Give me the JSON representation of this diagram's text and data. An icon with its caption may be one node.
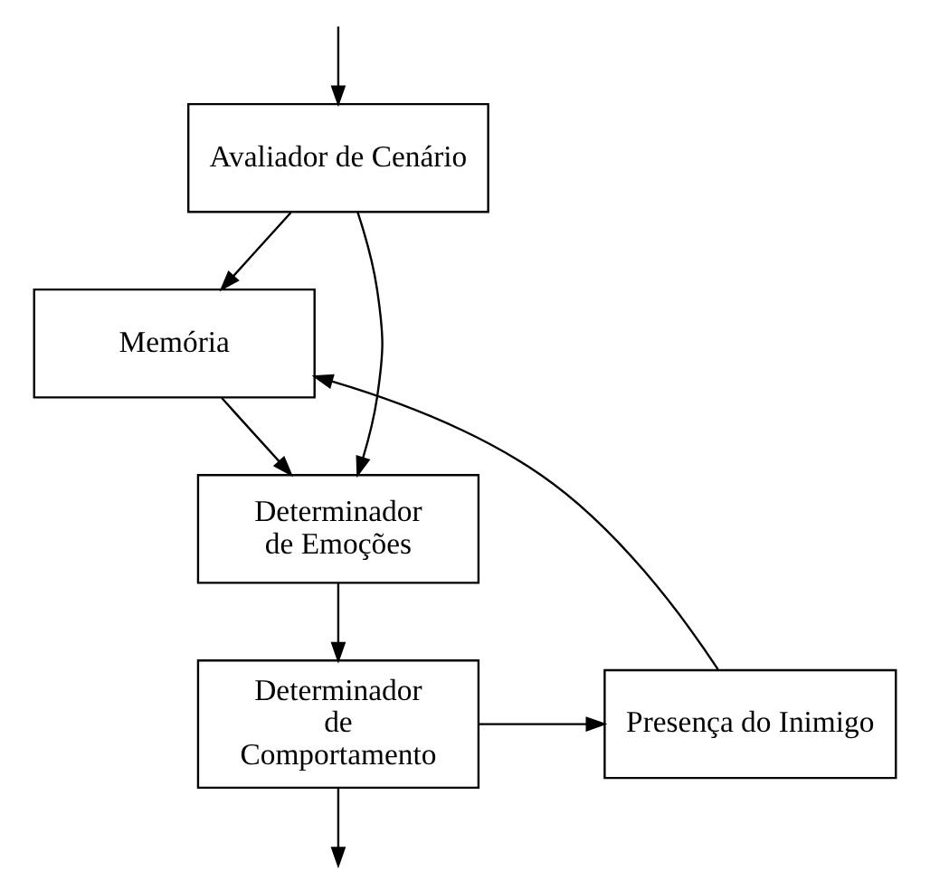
{
  "diagram": {
    "nodes": [
      {
        "text": [
          "Avaliador de Cenário"
        ]
      },
      {
        "text": [
          "Memória"
        ]
      },
      {
        "text": [
          "Determinador de Emoções"
        ]
      },
      {
        "text": [
          "Determinador de Comportamento"
        ]
      },
      {
        "text": [
          "Presença do Inimigo"
        ]
      }
    ],
    "edges": [
      {
        "from": null,
        "to": 0,
        "arrow": "to"
      },
      {
        "from": 0,
        "to": 2,
        "arrow": "to"
      },
      {
        "from": 0,
        "to": 1,
        "arrow": "to"
      },
      {
        "from": 1,
        "to": 2,
        "arrow": "to"
      },
      {
        "from": 2,
        "to": 3,
        "arrow": "to"
      },
      {
        "from": 3,
        "to": 4,
        "arrow": "to"
      },
      {
        "from": 4,
        "to": 1,
        "arrow": "to"
      },
      {
        "from": 3,
        "to": null,
        "arrow": "to"
      }
    ]
  }
}
